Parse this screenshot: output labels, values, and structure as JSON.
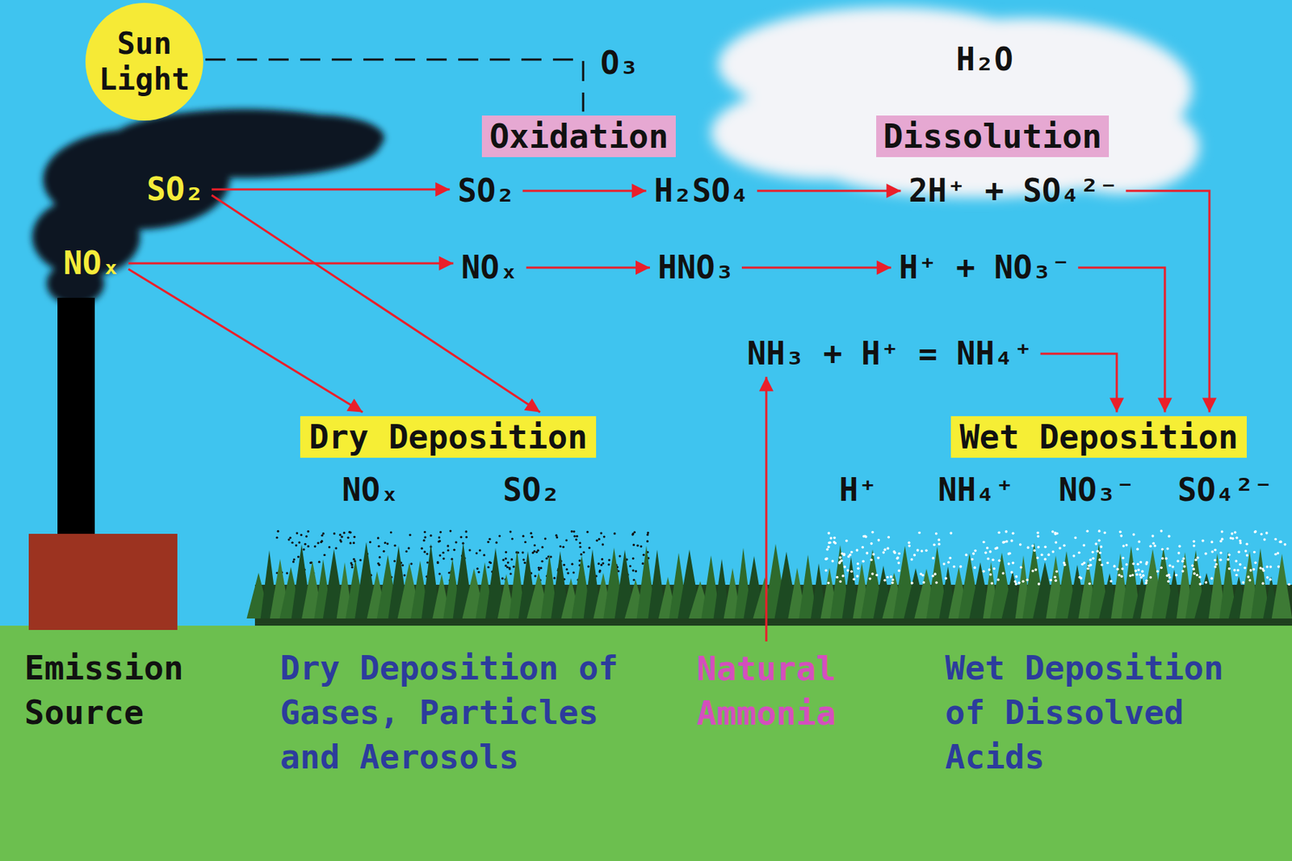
{
  "diagram": {
    "nodes": [
      {
        "text": [
          "Sun Light"
        ]
      },
      {
        "text": [
          "SO₂"
        ]
      },
      {
        "text": [
          "NOₓ"
        ]
      },
      {
        "text": [
          "Oxidation"
        ]
      },
      {
        "text": [
          "Dissolution"
        ]
      },
      {
        "text": [
          "SO₂"
        ]
      },
      {
        "text": [
          "H₂SO₄"
        ]
      },
      {
        "text": [
          "2H⁺ + SO₄²⁻"
        ]
      },
      {
        "text": [
          "NOₓ"
        ]
      },
      {
        "text": [
          "HNO₃"
        ]
      },
      {
        "text": [
          "H⁺ + NO₃⁻"
        ]
      },
      {
        "text": [
          "NH₃ + H⁺ = NH₄⁺"
        ]
      },
      {
        "text": [
          "Dry Deposition"
        ]
      },
      {
        "text": [
          "Wet Deposition"
        ]
      },
      {
        "text": [
          "Natural Ammonia"
        ]
      }
    ],
    "edges": [
      {
        "from": 0,
        "to": 3,
        "label": "O₃",
        "arrow": "none"
      },
      {
        "from": 1,
        "to": 5,
        "arrow": "to"
      },
      {
        "from": 5,
        "to": 6,
        "arrow": "to"
      },
      {
        "from": 6,
        "to": 7,
        "arrow": "to"
      },
      {
        "from": 7,
        "to": 13,
        "arrow": "to"
      },
      {
        "from": 2,
        "to": 8,
        "arrow": "to"
      },
      {
        "from": 8,
        "to": 9,
        "arrow": "to"
      },
      {
        "from": 9,
        "to": 10,
        "arrow": "to"
      },
      {
        "from": 10,
        "to": 13,
        "arrow": "to"
      },
      {
        "from": 11,
        "to": 13,
        "arrow": "to"
      },
      {
        "from": 1,
        "to": 12,
        "arrow": "to"
      },
      {
        "from": 2,
        "to": 12,
        "arrow": "to"
      },
      {
        "from": 14,
        "to": 11,
        "arrow": "to"
      }
    ],
    "labels": [
      "H₂O",
      "NOₓ",
      "SO₂",
      "H⁺",
      "NH₄⁺",
      "NO₃⁻",
      "SO₄²⁻",
      "Emission Source",
      "Dry Deposition of Gases, Particles and Aerosols",
      "Wet Deposition of Dissolved Acids"
    ]
  }
}
